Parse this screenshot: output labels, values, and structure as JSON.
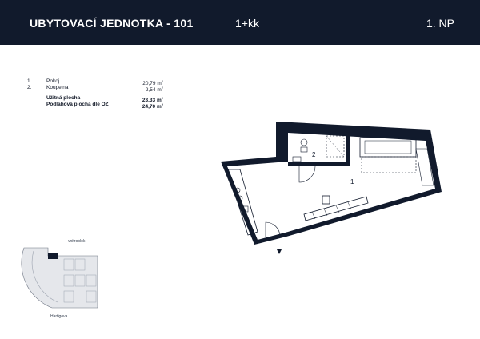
{
  "header": {
    "title": "UBYTOVACÍ JEDNOTKA - 101",
    "type": "1+kk",
    "floor": "1. NP"
  },
  "rooms": [
    {
      "number": "1.",
      "name": "Pokoj",
      "area": "20,79",
      "unit": "m",
      "sup": "2"
    },
    {
      "number": "2.",
      "name": "Koupelna",
      "area": "2,54",
      "unit": "m",
      "sup": "2"
    }
  ],
  "totals": {
    "usable_label": "Užitná plocha",
    "usable_value": "23,33",
    "floor_label": "Podlahová plocha dle OZ",
    "floor_value": "24,70",
    "unit": "m",
    "sup": "2"
  },
  "plan_labels": {
    "room1": "1",
    "room2": "2"
  },
  "site_plan": {
    "street_top": "vnitroblok",
    "street_bottom": "Hartigova"
  },
  "colors": {
    "header_bg": "#111a2c",
    "wall": "#111a2c",
    "text": "#111827"
  }
}
